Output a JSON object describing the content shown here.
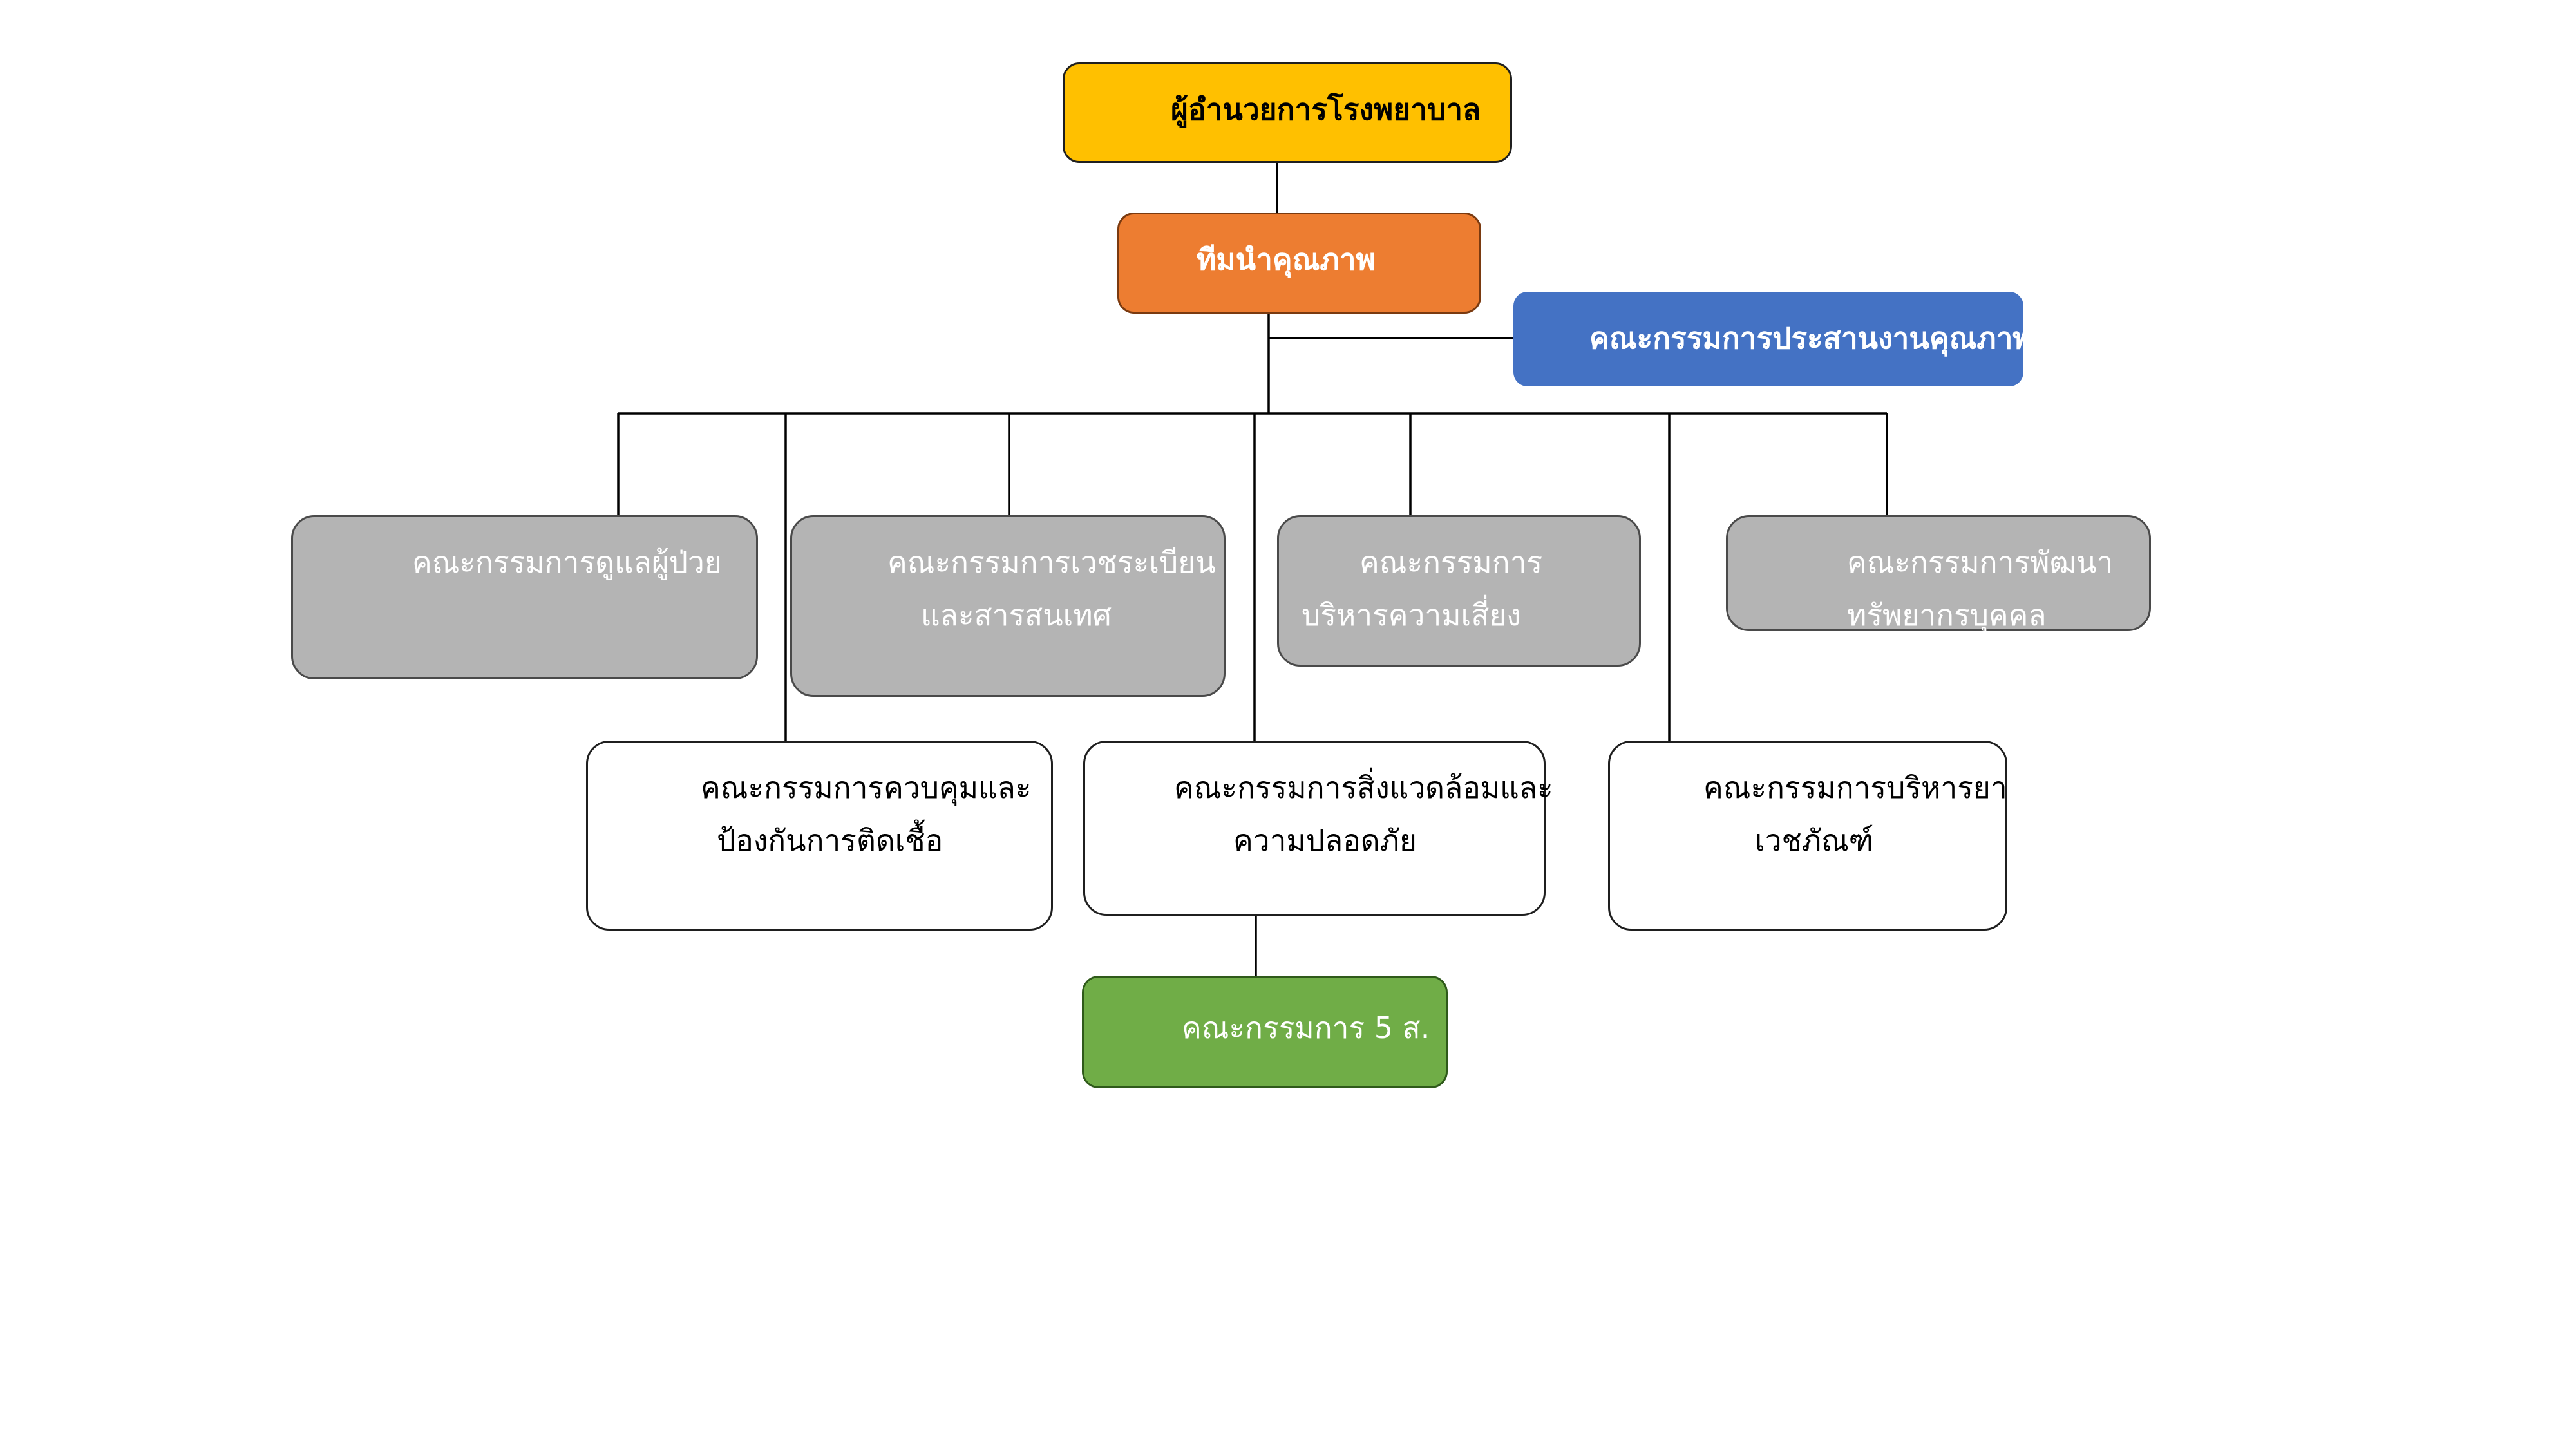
{
  "colors": {
    "director": "#FFC000",
    "quality_team": "#ED7D31",
    "coordination": "#4472C4",
    "committee_gray": "#B4B4B4",
    "committee_white": "#FFFFFF",
    "five_s": "#70AD47",
    "connector": "#000000"
  },
  "chart": {
    "director": "ผู้อำนวยการโรงพยาบาล",
    "quality_team": "ทีมนำคุณภาพ",
    "coordination": "คณะกรรมการประสานงานคุณภาพ",
    "patient_care": "คณะกรรมการดูแลผู้ป่วย",
    "medical_records": {
      "line1": "คณะกรรมการเวชระเบียน",
      "line2": "และสารสนเทศ"
    },
    "risk_management": {
      "line1": "คณะกรรมการ",
      "line2": "บริหารความเสี่ยง"
    },
    "hr_development": {
      "line1": "คณะกรรมการพัฒนา",
      "line2": "ทรัพยากรบุคคล"
    },
    "infection_control": {
      "line1": "คณะกรรมการควบคุมและ",
      "line2": "ป้องกันการติดเชื้อ"
    },
    "environment_safety": {
      "line1": "คณะกรรมการสิ่งแวดล้อมและ",
      "line2": "ความปลอดภัย"
    },
    "pharmacy": {
      "line1": "คณะกรรมการบริหารยา",
      "line2": "เวชภัณฑ์"
    },
    "five_s": "คณะกรรมการ 5 ส."
  }
}
